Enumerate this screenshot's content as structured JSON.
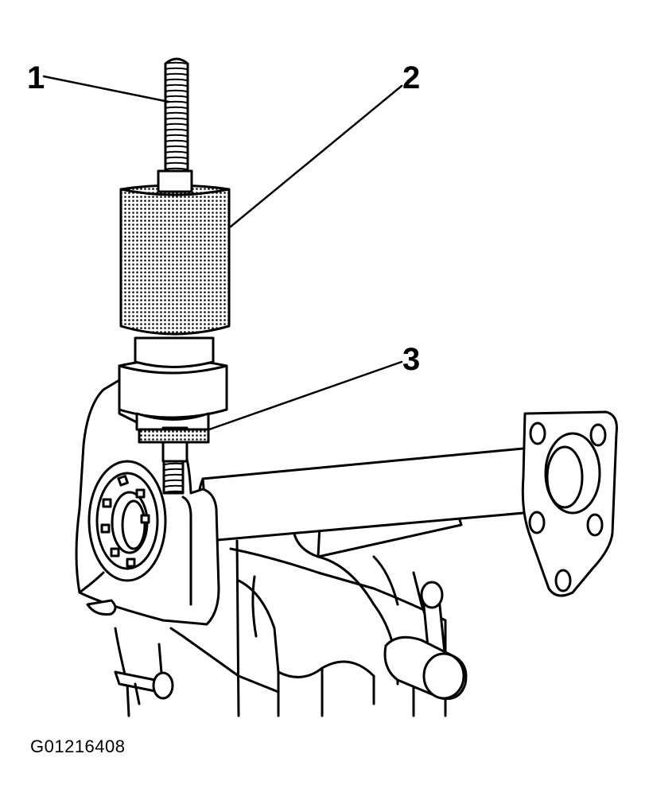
{
  "callouts": [
    {
      "id": "1",
      "label": "1"
    },
    {
      "id": "2",
      "label": "2"
    },
    {
      "id": "3",
      "label": "3"
    }
  ],
  "figure_id": "G01216408",
  "colors": {
    "line": "#000000",
    "fill": "#ffffff"
  }
}
